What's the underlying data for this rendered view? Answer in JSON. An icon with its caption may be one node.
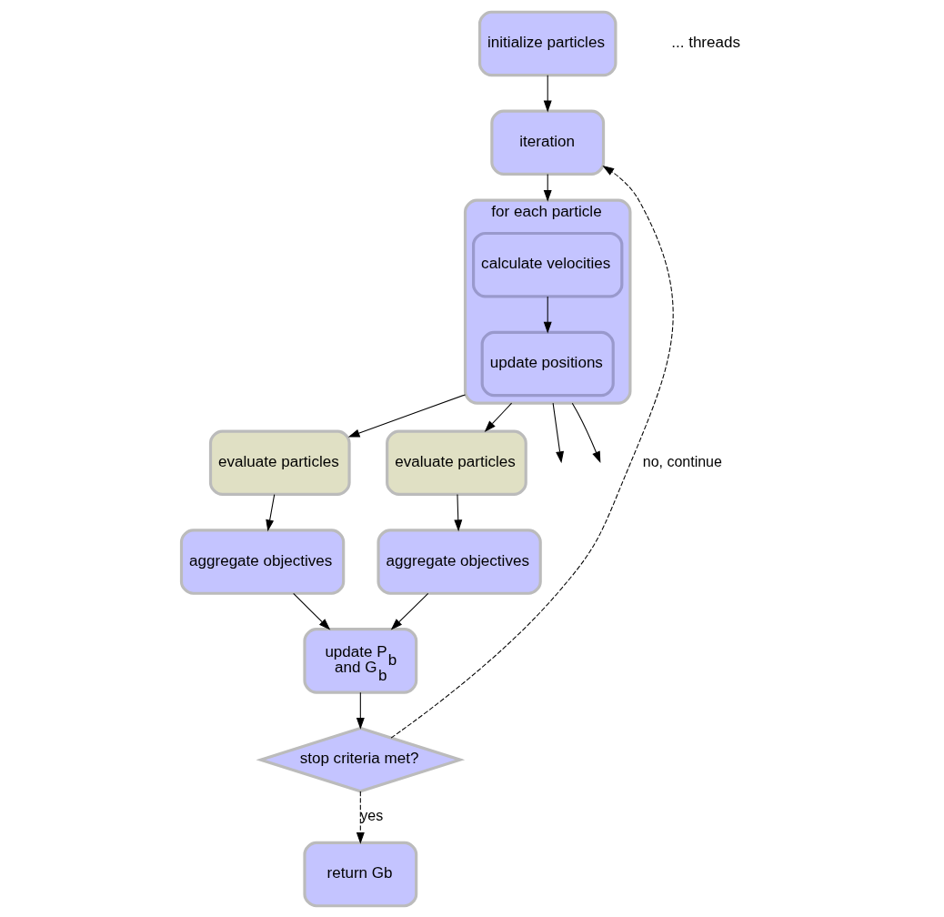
{
  "diagram": {
    "nodes": [
      {
        "text": [
          "initialize particles"
        ]
      },
      {
        "text": [
          "iteration"
        ]
      },
      {
        "text": [
          "for each particle"
        ]
      },
      {
        "text": [
          "calculate velocities"
        ],
        "in": 2
      },
      {
        "text": [
          "update positions"
        ],
        "in": 2
      },
      {
        "text": [
          "evaluate particles"
        ]
      },
      {
        "text": [
          "evaluate particles"
        ]
      },
      {
        "text": [
          "aggregate objectives"
        ]
      },
      {
        "text": [
          "aggregate objectives"
        ]
      },
      {
        "text": [
          "update P$_{b}$ and G$_{b}$"
        ]
      },
      {
        "text": [
          "stop criteria met?"
        ]
      },
      {
        "text": [
          "return Gb"
        ]
      }
    ],
    "edges": [
      {
        "from": 0,
        "to": 1,
        "arrow": "to"
      },
      {
        "from": 1,
        "to": 2,
        "arrow": "to"
      },
      {
        "from": 3,
        "to": 4,
        "arrow": "to"
      },
      {
        "from": 2,
        "to": 5,
        "arrow": "to"
      },
      {
        "from": 2,
        "to": null,
        "arrow": "to"
      },
      {
        "from": 2,
        "to": null,
        "arrow": "to"
      },
      {
        "from": 2,
        "to": 6,
        "arrow": "to"
      },
      {
        "from": 5,
        "to": 7,
        "arrow": "to"
      },
      {
        "from": 6,
        "to": 8,
        "arrow": "to"
      },
      {
        "from": 7,
        "to": 9,
        "arrow": "to"
      },
      {
        "from": 8,
        "to": 9,
        "arrow": "to"
      },
      {
        "from": 9,
        "to": 10,
        "arrow": "to"
      },
      {
        "from": 10,
        "to": 1,
        "arrow": "to",
        "label": "no, continue",
        "style": "dashed"
      },
      {
        "from": 10,
        "to": 11,
        "arrow": "to",
        "label": "yes",
        "style": "dashed"
      }
    ],
    "labels": [
      "... threads"
    ]
  }
}
